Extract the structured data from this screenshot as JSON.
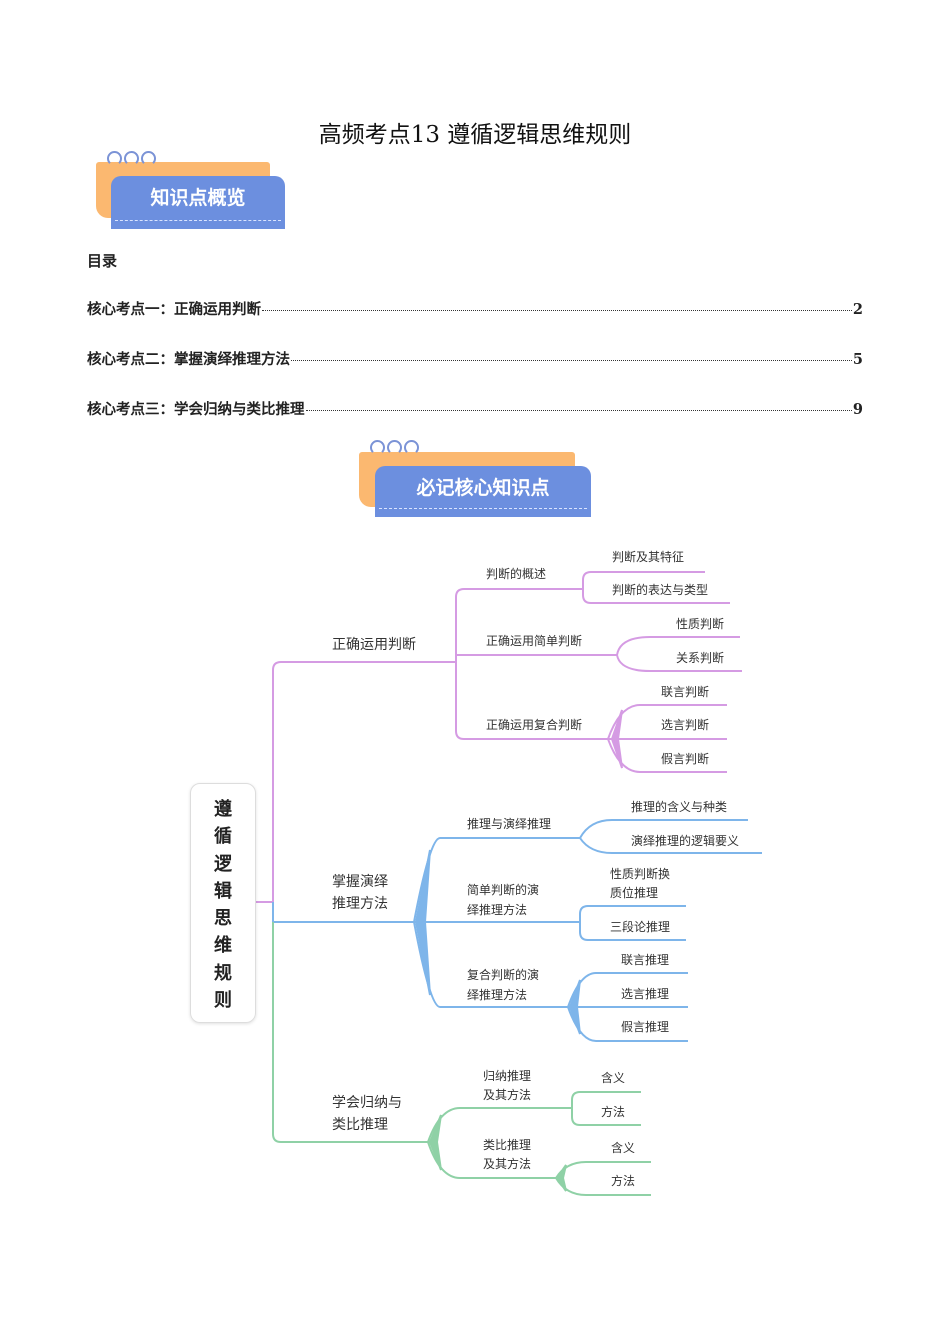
{
  "title": "高频考点13 遵循逻辑思维规则",
  "banner1": "知识点概览",
  "toc": {
    "heading": "目录",
    "entries": [
      {
        "label": "核心考点一：正确运用判断",
        "page": "2"
      },
      {
        "label": "核心考点二：掌握演绎推理方法",
        "page": "5"
      },
      {
        "label": "核心考点三：学会归纳与类比推理",
        "page": "9"
      }
    ]
  },
  "banner2": "必记核心知识点",
  "mindmap": {
    "root": "遵循逻辑思维规则",
    "colors": {
      "branch1": "#d59be3",
      "branch2": "#7eb5ea",
      "branch3": "#8fd1a6"
    },
    "b1": {
      "label": "正确运用判断",
      "s1": {
        "label": "判断的概述",
        "c": [
          "判断及其特征",
          "判断的表达与类型"
        ]
      },
      "s2": {
        "label": "正确运用简单判断",
        "c": [
          "性质判断",
          "关系判断"
        ]
      },
      "s3": {
        "label": "正确运用复合判断",
        "c": [
          "联言判断",
          "选言判断",
          "假言判断"
        ]
      }
    },
    "b2": {
      "label1": "掌握演绎",
      "label2": "推理方法",
      "s1": {
        "label": "推理与演绎推理",
        "c": [
          "推理的含义与种类",
          "演绎推理的逻辑要义"
        ]
      },
      "s2": {
        "label1": "简单判断的演",
        "label2": "绎推理方法",
        "c1a": "性质判断换",
        "c1b": "质位推理",
        "c2": "三段论推理"
      },
      "s3": {
        "label1": "复合判断的演",
        "label2": "绎推理方法",
        "c": [
          "联言推理",
          "选言推理",
          "假言推理"
        ]
      }
    },
    "b3": {
      "label1": "学会归纳与",
      "label2": "类比推理",
      "s1": {
        "label1": "归纳推理",
        "label2": "及其方法",
        "c": [
          "含义",
          "方法"
        ]
      },
      "s2": {
        "label1": "类比推理",
        "label2": "及其方法",
        "c": [
          "含义",
          "方法"
        ]
      }
    }
  }
}
